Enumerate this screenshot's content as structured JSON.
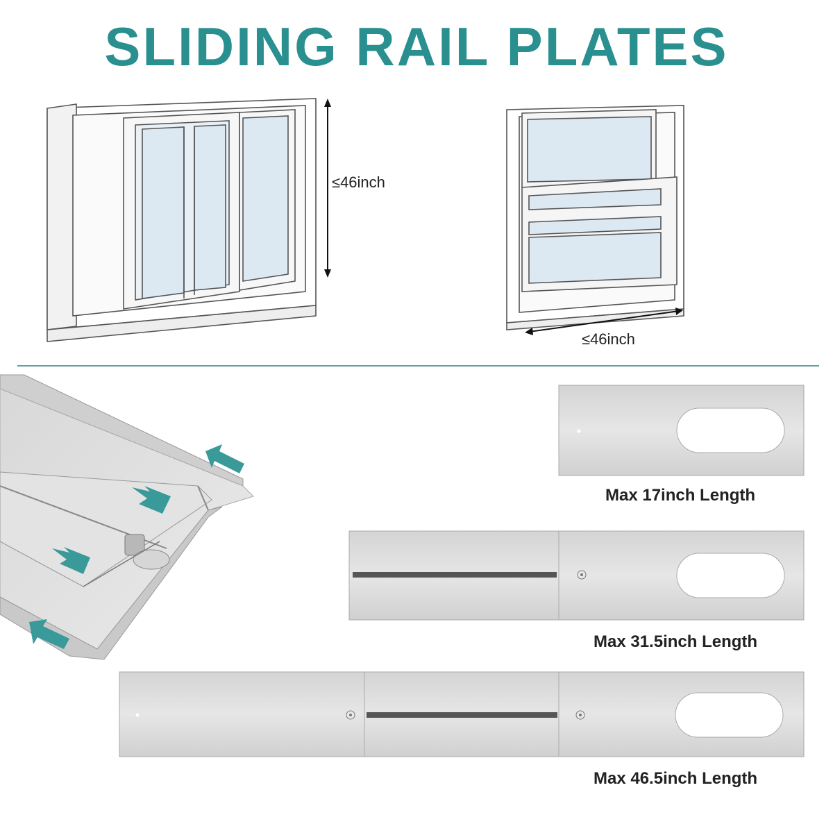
{
  "title": "SLIDING RAIL PLATES",
  "windows": {
    "sliding_window_height": "≤46inch",
    "hung_window_width": "≤46inch"
  },
  "plates": [
    {
      "label": "Max 17inch Length"
    },
    {
      "label": "Max 31.5inch Length"
    },
    {
      "label": "Max 46.5inch Length"
    }
  ],
  "colors": {
    "title": "#2a8f8f",
    "arrow": "#3a9a9a",
    "divider": "#2a7f8a",
    "plate": "#dcdcdc"
  }
}
